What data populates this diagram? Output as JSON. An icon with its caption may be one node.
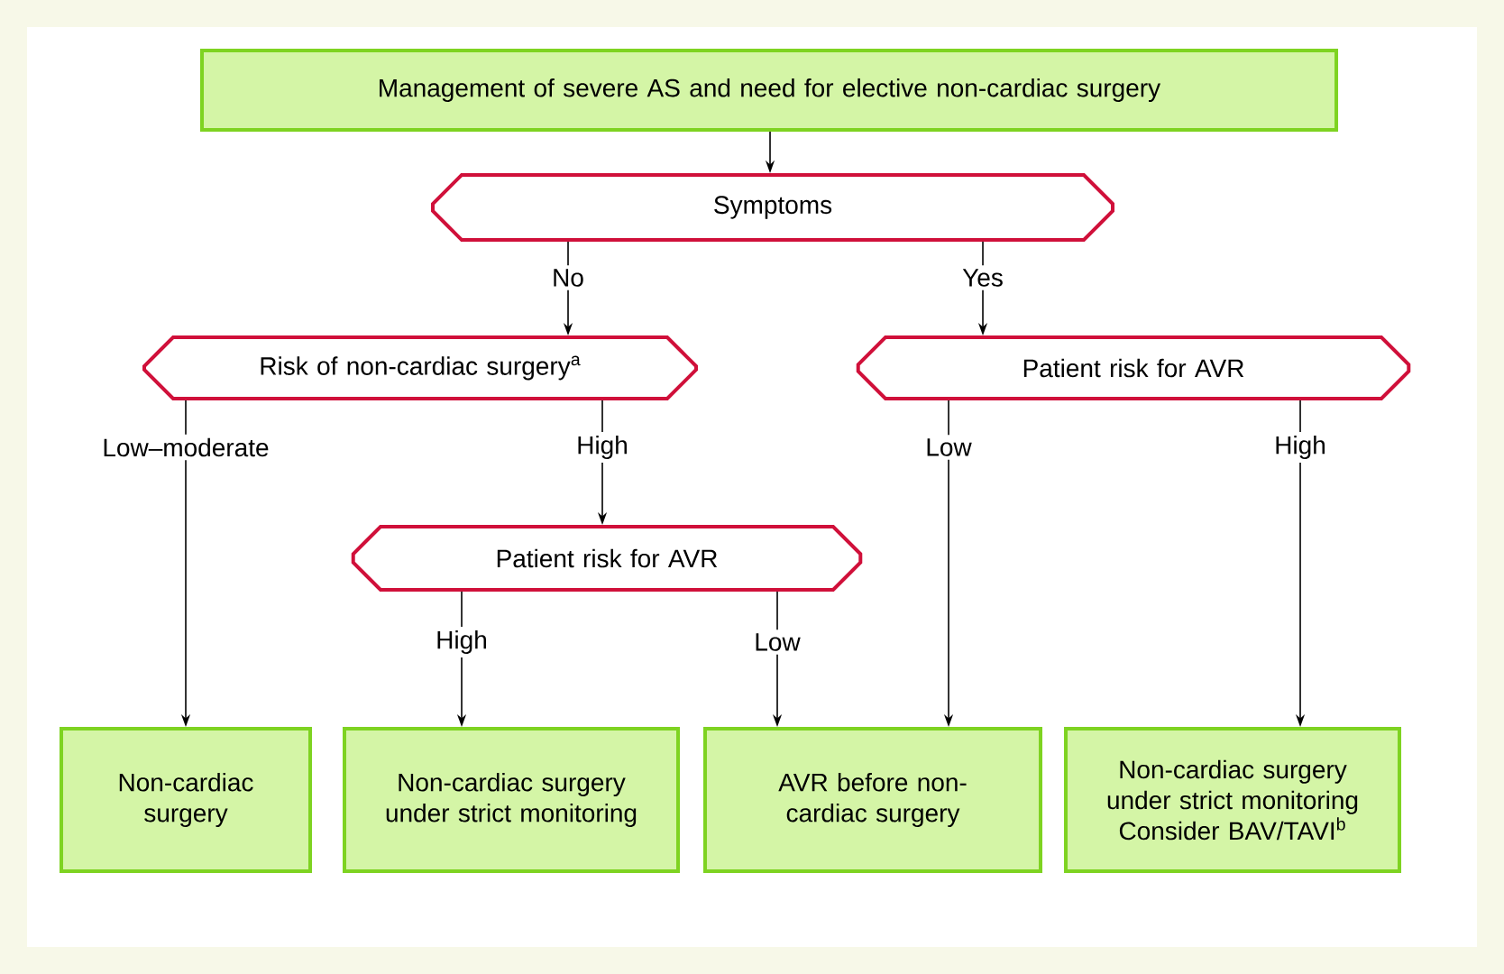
{
  "diagram": {
    "nodes": [
      {
        "text": [
          "Management of severe AS and need for elective non-cardiac surgery"
        ]
      },
      {
        "text": [
          "Symptoms"
        ]
      },
      {
        "text": [
          "Risk of non-cardiac surgery$^{a}$"
        ]
      },
      {
        "text": [
          "Patient risk for AVR"
        ]
      },
      {
        "text": [
          "Patient risk for AVR"
        ]
      },
      {
        "text": [
          "Non-cardiac surgery"
        ]
      },
      {
        "text": [
          "Non-cardiac surgery under strict monitoring"
        ]
      },
      {
        "text": [
          "AVR before non-cardiac surgery"
        ]
      },
      {
        "text": [
          "Non-cardiac surgery under strict monitoring",
          "Consider BAV/TAVI$^{b}$"
        ]
      }
    ],
    "edges": [
      {
        "from": 0,
        "to": 1,
        "arrow": "to"
      },
      {
        "from": 1,
        "to": 2,
        "arrow": "to",
        "label": "No"
      },
      {
        "from": 1,
        "to": 3,
        "arrow": "to",
        "label": "Yes"
      },
      {
        "from": 2,
        "to": 5,
        "arrow": "to",
        "label": "Low–moderate"
      },
      {
        "from": 2,
        "to": 4,
        "arrow": "to",
        "label": "High"
      },
      {
        "from": 3,
        "to": 7,
        "arrow": "to",
        "label": "Low"
      },
      {
        "from": 3,
        "to": 8,
        "arrow": "to",
        "label": "High"
      },
      {
        "from": 4,
        "to": 6,
        "arrow": "to",
        "label": "High"
      },
      {
        "from": 4,
        "to": 7,
        "arrow": "to",
        "label": "Low"
      }
    ]
  }
}
